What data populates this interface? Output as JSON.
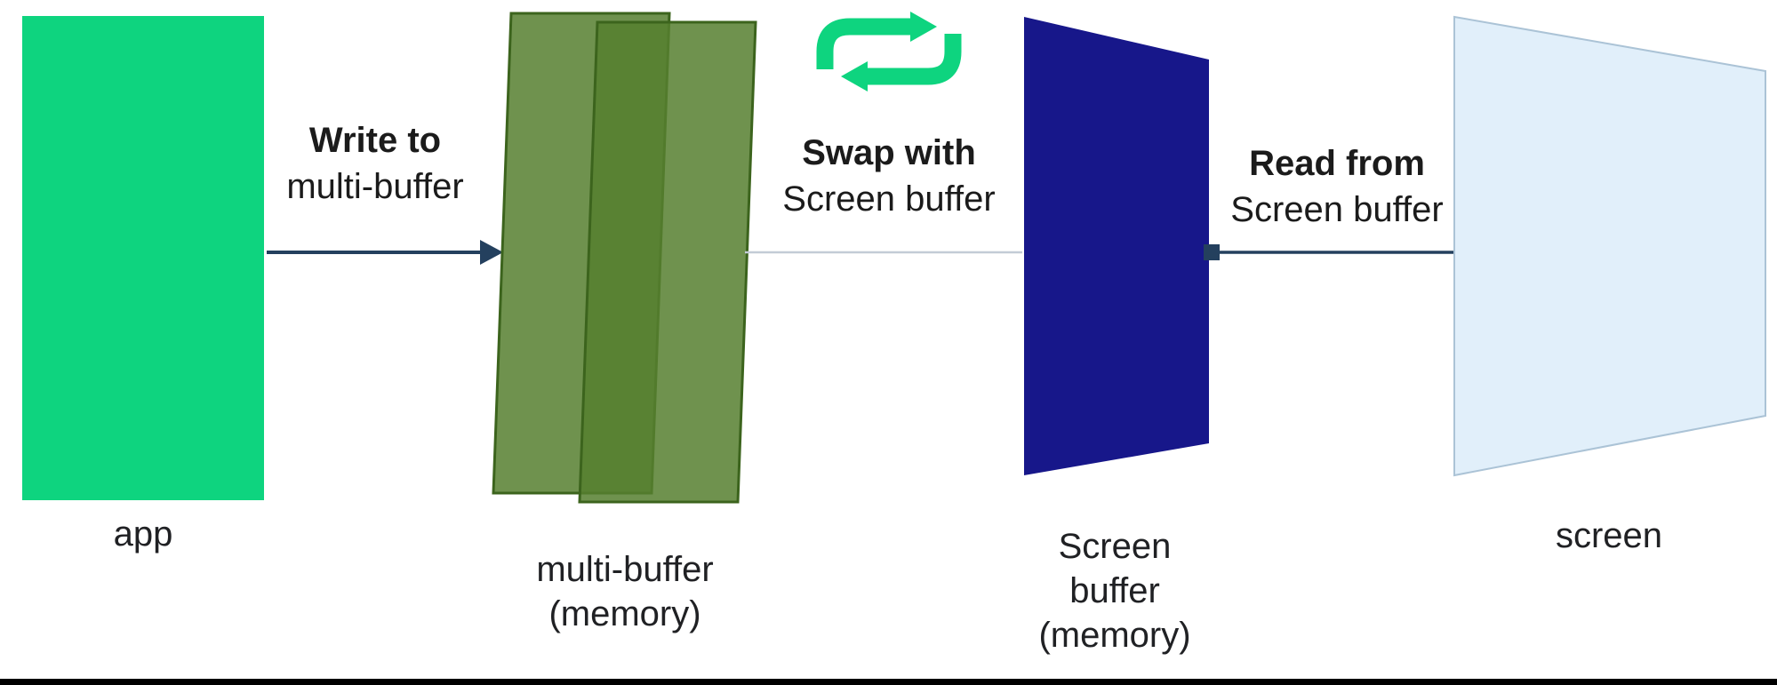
{
  "diagram": {
    "nodes": {
      "app": {
        "label": "app"
      },
      "multi_buffer": {
        "label1": "multi-buffer",
        "label2": "(memory)"
      },
      "screen_buffer": {
        "label1": "Screen",
        "label2": "buffer",
        "label3": "(memory)"
      },
      "screen": {
        "label": "screen"
      }
    },
    "edges": {
      "write": {
        "title": "Write to",
        "subtitle": "multi-buffer"
      },
      "swap": {
        "title": "Swap with",
        "subtitle": "Screen buffer"
      },
      "read": {
        "title": "Read from",
        "subtitle": "Screen buffer"
      }
    },
    "icons": {
      "swap": "sync-loop-arrows-icon"
    },
    "colors": {
      "app_fill": "#0ed47f",
      "swap_green": "#0ed47f",
      "buffer_fill": "#567f2f",
      "buffer_border": "#3c641d",
      "screen_buffer_fill": "#17178a",
      "screen_fill": "#e1effa",
      "screen_border": "#abc3d6",
      "arrow": "#24405e",
      "connector": "#c3ccd6",
      "divider": "#000000",
      "text": "#202124"
    }
  }
}
